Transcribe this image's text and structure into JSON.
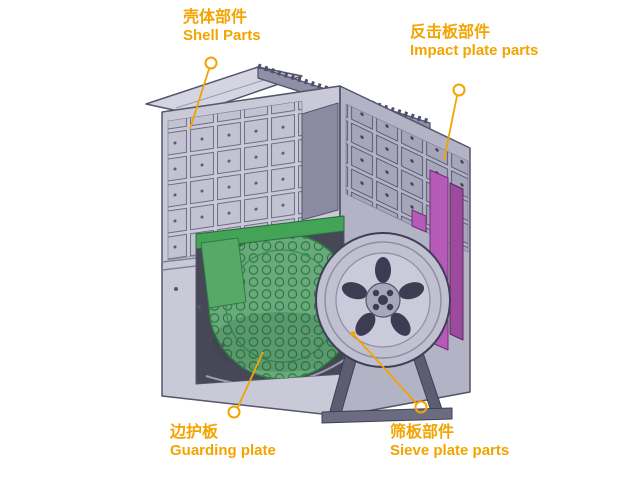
{
  "labels": {
    "shell": {
      "zh": "壳体部件",
      "en": "Shell Parts"
    },
    "impact": {
      "zh": "反击板部件",
      "en": "Impact plate parts"
    },
    "guarding": {
      "zh": "边护板",
      "en": "Guarding plate"
    },
    "sieve": {
      "zh": "筛板部件",
      "en": "Sieve plate parts"
    }
  },
  "colors": {
    "callout_accent": "#F2A400",
    "machine_body_gray": "#C9C9D8",
    "rotor_green": "#6AA97C",
    "feed_bar_green": "#43A457",
    "impact_plate_purple": "#B55AB7"
  }
}
